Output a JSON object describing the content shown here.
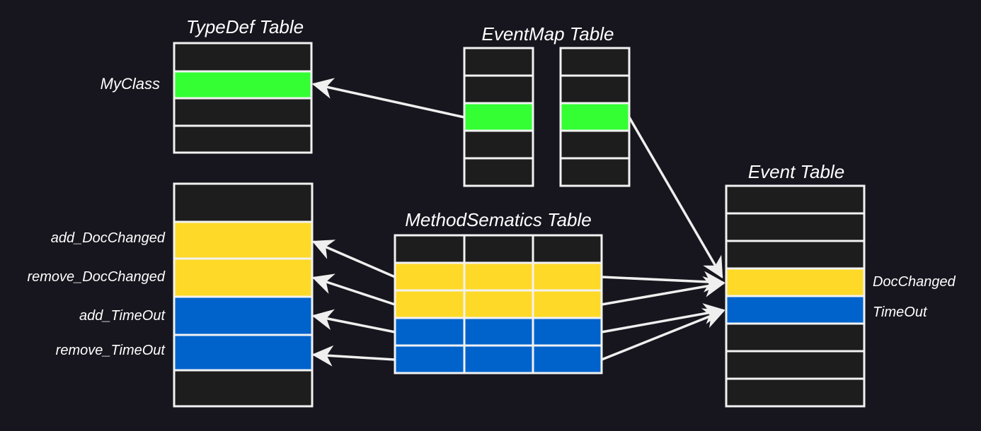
{
  "typedef_table": {
    "title": "TypeDef Table",
    "row_label": "MyClass"
  },
  "eventmap_table": {
    "title": "EventMap Table"
  },
  "method_table": {
    "row_labels": [
      "add_DocChanged",
      "remove_DocChanged",
      "add_TimeOut",
      "remove_TimeOut"
    ]
  },
  "methodsemantics_table": {
    "title": "MethodSematics Table"
  },
  "event_table": {
    "title": "Event Table",
    "row_labels": [
      "DocChanged",
      "TimeOut"
    ]
  },
  "colors": {
    "background": "#17151d",
    "empty_cell": "#1d1d1d",
    "highlight_green": "#33ff33",
    "event_yellow": "#ffd927",
    "event_blue": "#0063cc",
    "border": "#f2f2f2"
  }
}
